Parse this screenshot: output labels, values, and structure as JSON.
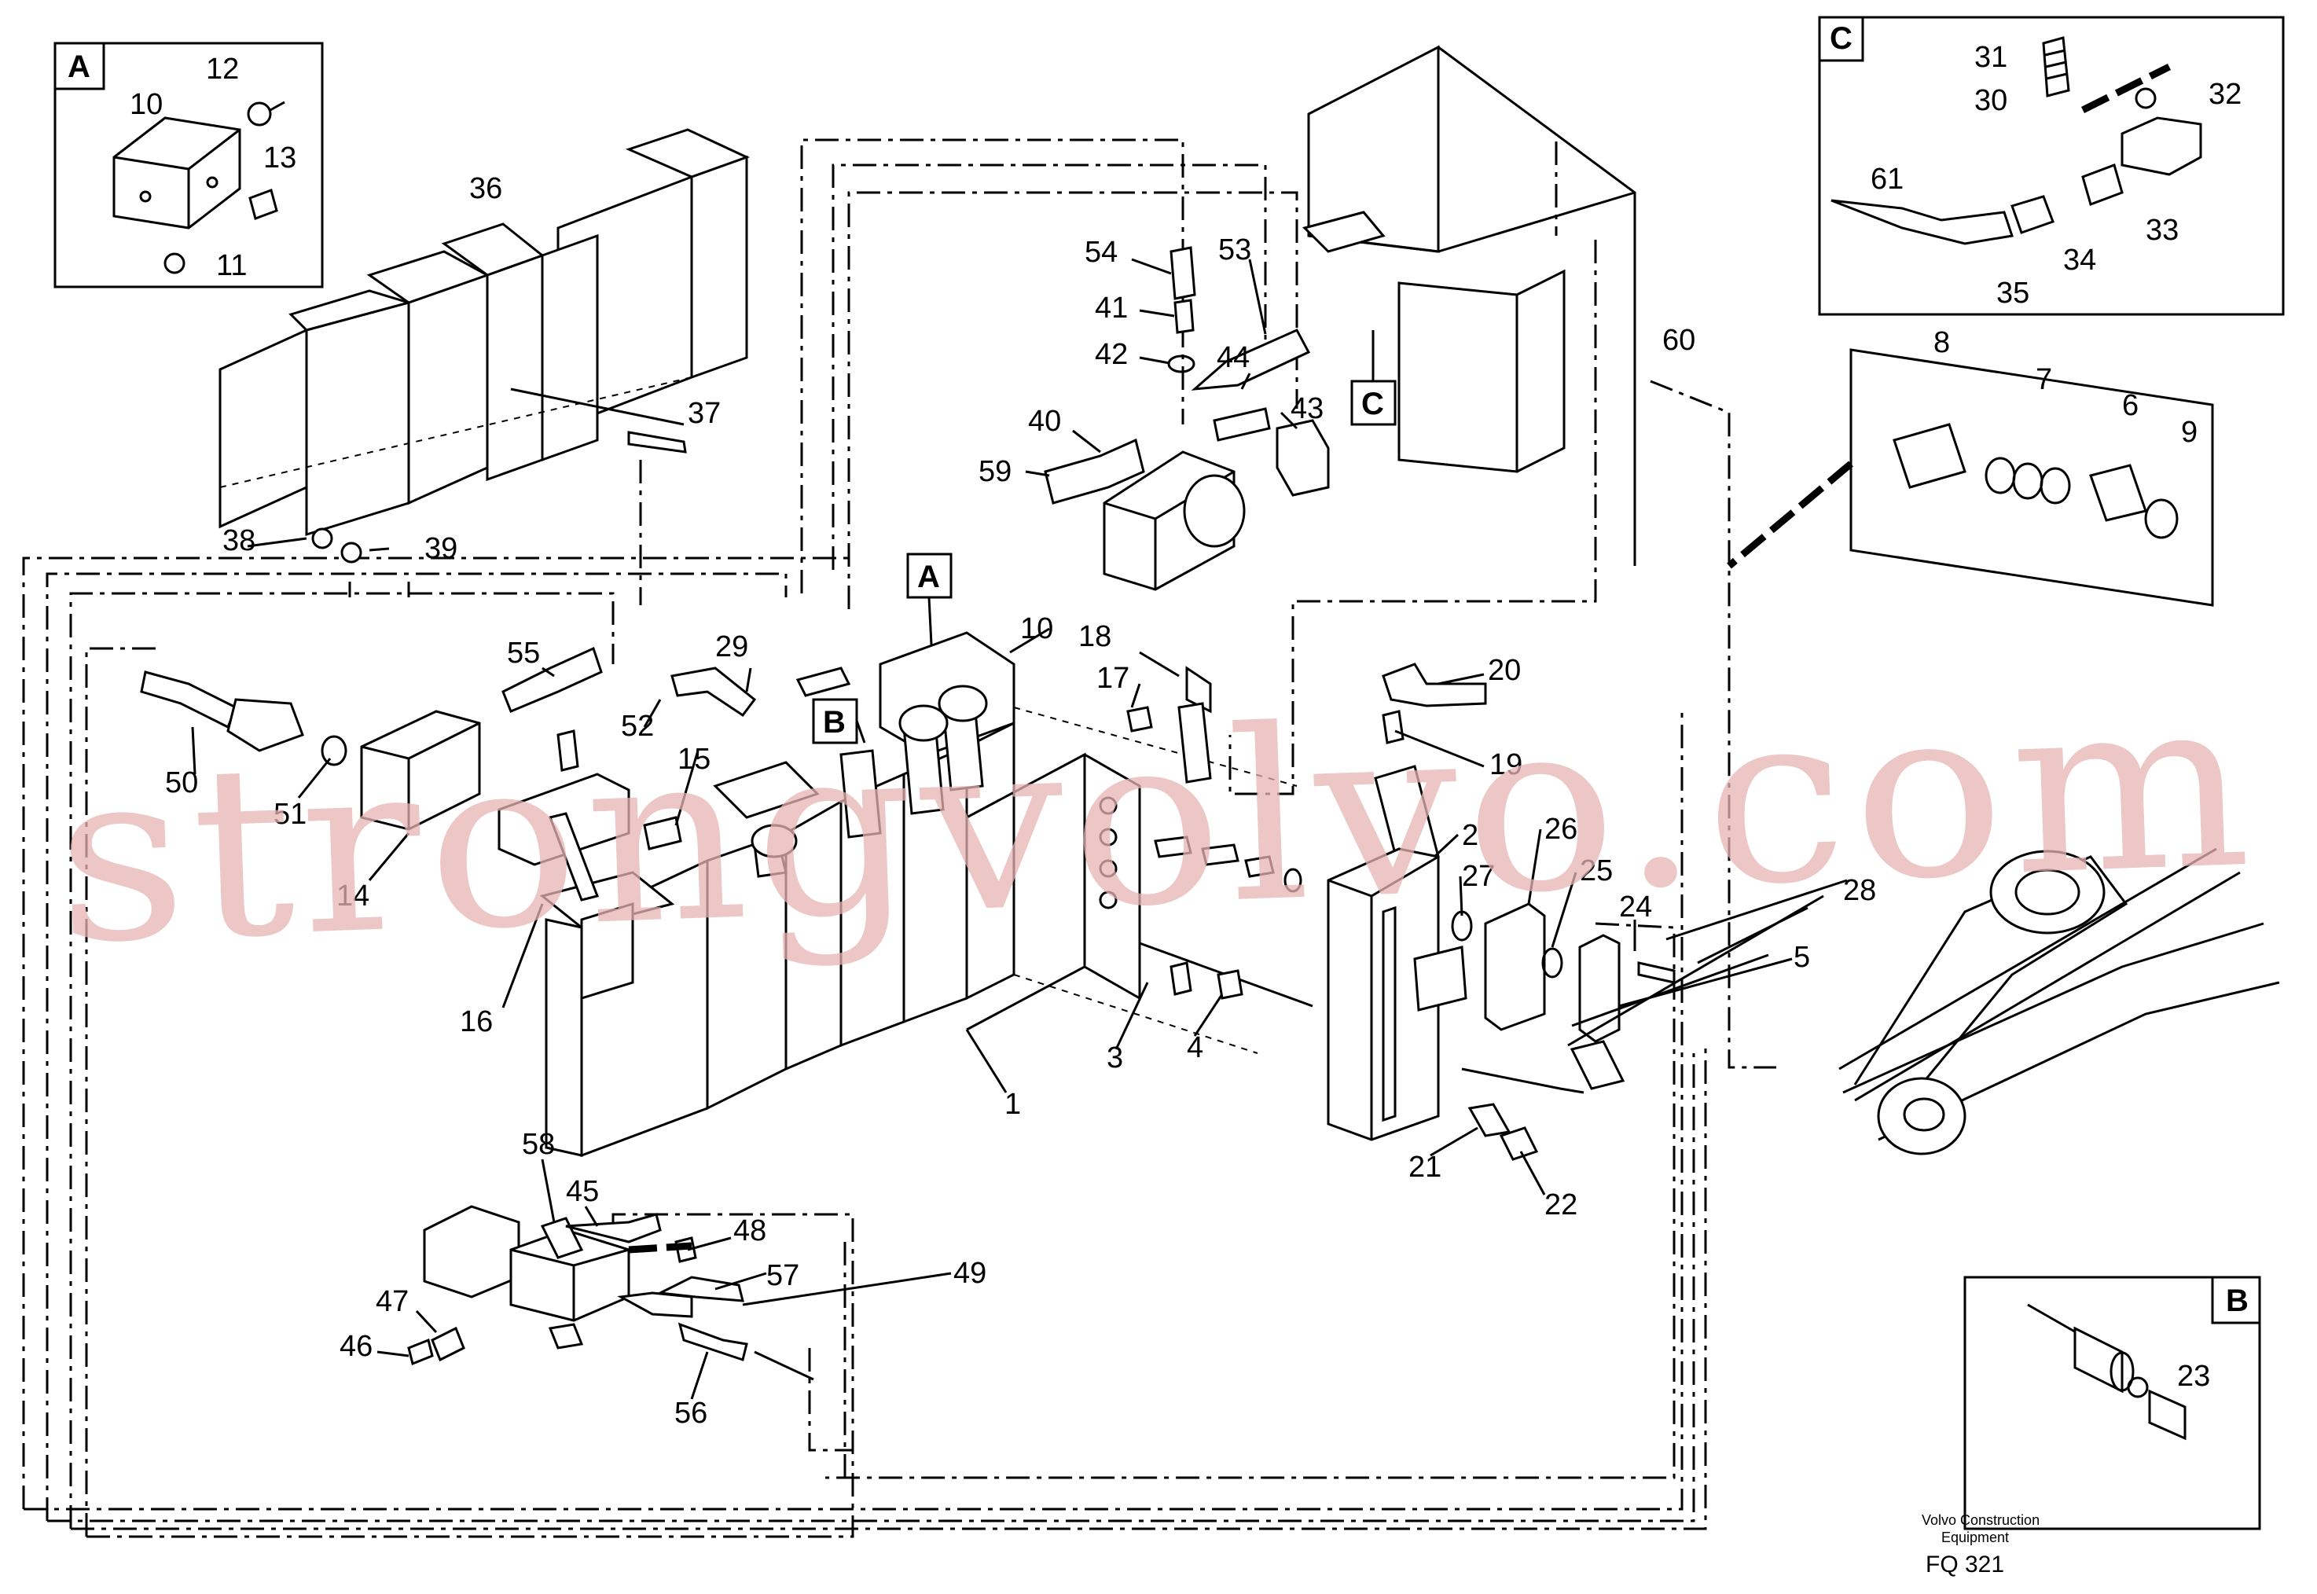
{
  "detail_boxes": {
    "a": {
      "letter": "A",
      "parts": [
        "10",
        "12",
        "13",
        "11"
      ]
    },
    "b": {
      "letter": "B",
      "parts": [
        "23"
      ]
    },
    "c": {
      "letter": "C",
      "parts": [
        "31",
        "30",
        "32",
        "61",
        "33",
        "34",
        "35"
      ]
    }
  },
  "callout_letters": {
    "a": "A",
    "b": "B",
    "c": "C"
  },
  "part_numbers": [
    "36",
    "37",
    "38",
    "39",
    "54",
    "53",
    "41",
    "42",
    "44",
    "43",
    "40",
    "59",
    "60",
    "8",
    "7",
    "6",
    "9",
    "10",
    "18",
    "17",
    "20",
    "19",
    "55",
    "29",
    "52",
    "50",
    "51",
    "15",
    "14",
    "16",
    "2",
    "26",
    "27",
    "25",
    "24",
    "28",
    "5",
    "3",
    "4",
    "1",
    "21",
    "22",
    "58",
    "45",
    "48",
    "57",
    "49",
    "47",
    "46",
    "56"
  ],
  "footer": {
    "company": "Volvo Construction Equipment",
    "code": "FQ 321"
  },
  "watermark": "strongvolvo.com"
}
